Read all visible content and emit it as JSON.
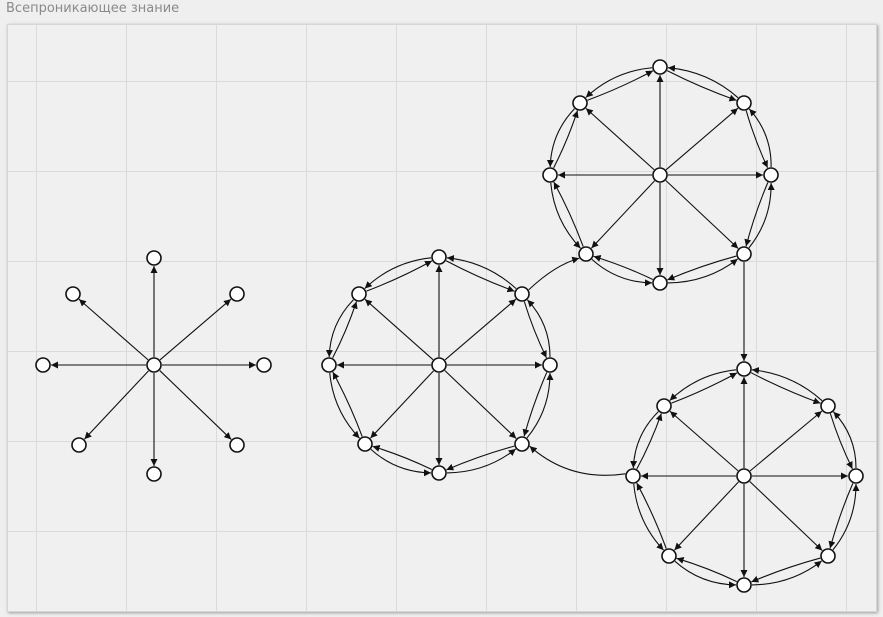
{
  "title": "Всепроникающее знание",
  "colors": {
    "stroke": "#111111",
    "node_fill": "#ffffff"
  },
  "diagram": {
    "type": "network",
    "components": [
      {
        "id": "star",
        "kind": "star",
        "center_node": true,
        "outer_nodes": 8
      },
      {
        "id": "wheel-middle",
        "kind": "wheel",
        "center_node": true,
        "outer_nodes": 8
      },
      {
        "id": "wheel-top",
        "kind": "wheel",
        "center_node": true,
        "outer_nodes": 8
      },
      {
        "id": "wheel-bottom",
        "kind": "wheel",
        "center_node": true,
        "outer_nodes": 8
      }
    ],
    "bridges": [
      {
        "from": "wheel-middle",
        "to": "wheel-top"
      },
      {
        "from": "wheel-top",
        "to": "wheel-bottom"
      },
      {
        "from": "wheel-bottom",
        "to": "wheel-middle"
      }
    ]
  }
}
